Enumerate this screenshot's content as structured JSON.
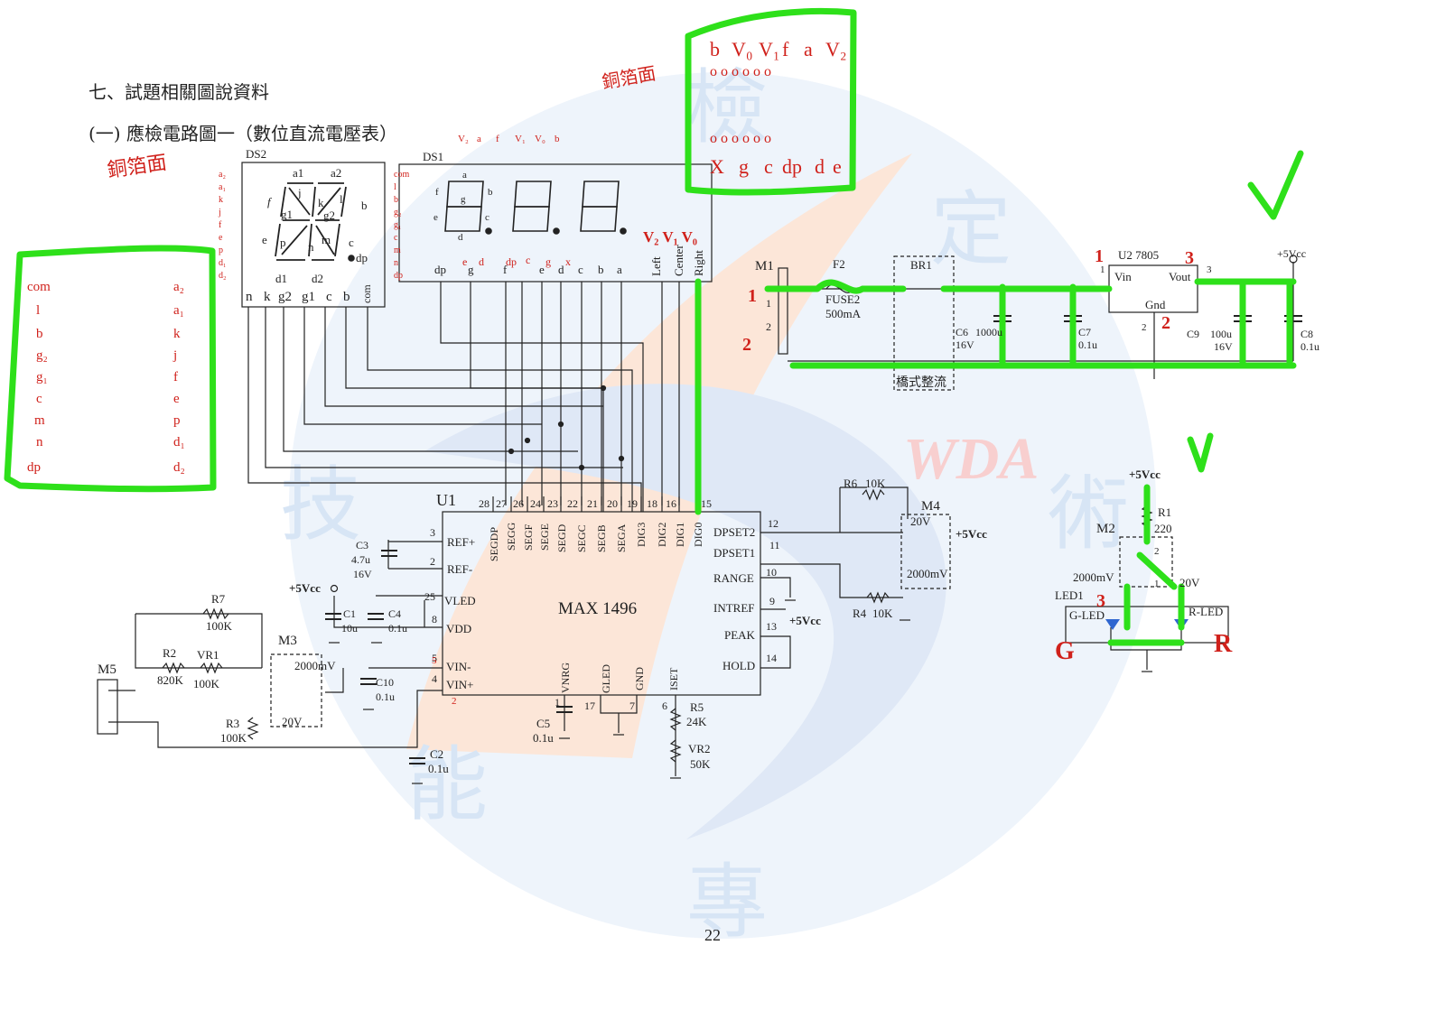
{
  "page": {
    "section_title": "七、試題相關圖說資料",
    "subtitle": "(一)  應檢電路圖一（數位直流電壓表）",
    "page_number": "22"
  },
  "watermark": {
    "text": "WDA",
    "glyphs": [
      "檢",
      "定",
      "術",
      "技",
      "能",
      "專"
    ]
  },
  "annotations": {
    "copper_side": "銅箔面",
    "checkmark": "✓",
    "ds2_left_table": [
      {
        "left": "com",
        "right": "a₂"
      },
      {
        "left": "l",
        "right": "a₁"
      },
      {
        "left": "b",
        "right": "k"
      },
      {
        "left": "g₂",
        "right": "j"
      },
      {
        "left": "g₁",
        "right": "f"
      },
      {
        "left": "c",
        "right": "e"
      },
      {
        "left": "m",
        "right": "p"
      },
      {
        "left": "n",
        "right": "d₁"
      },
      {
        "left": "dp",
        "right": "d₂"
      }
    ],
    "ds1_top_row": [
      "b",
      "V₀",
      "V₁",
      "f",
      "a",
      "V₂"
    ],
    "ds1_bottom_row": [
      "X",
      "g",
      "c",
      "dp",
      "d",
      "e"
    ],
    "ds1_top_pin_labels": [
      "V₂",
      "a",
      "f",
      "V₁",
      "V₀",
      "b"
    ],
    "digits_note": "V₂ V₁ V₀",
    "pin_marks": {
      "one": "1",
      "two": "2",
      "three": "3"
    },
    "g_mark": "G",
    "r_mark": "R",
    "ds1_bottom_handwritten": [
      "e",
      "d",
      "dp",
      "c",
      "g",
      "x"
    ]
  },
  "ds2": {
    "ref": "DS2",
    "segments": [
      "a1",
      "a2",
      "f",
      "j",
      "k",
      "l",
      "b",
      "g1",
      "g2",
      "e",
      "p",
      "n",
      "m",
      "c",
      "d1",
      "d2",
      "dp"
    ],
    "bottom_pins": [
      "n",
      "k",
      "g2",
      "g1",
      "c",
      "b",
      "com"
    ],
    "left_pins": [
      "a₂",
      "a₁",
      "k",
      "j",
      "f",
      "e",
      "p",
      "d₁",
      "d₂"
    ],
    "right_pins": [
      "com",
      "l",
      "b",
      "g₂",
      "g₁",
      "c",
      "m",
      "n",
      "dp"
    ]
  },
  "ds1": {
    "ref": "DS1",
    "segments": [
      "a",
      "f",
      "b",
      "g",
      "e",
      "c",
      "d"
    ],
    "bottom_pins": [
      "dp",
      "g",
      "f",
      "e",
      "d",
      "c",
      "b",
      "a"
    ],
    "digit_pins": [
      "Left",
      "Center",
      "Right"
    ]
  },
  "u1": {
    "ref": "U1",
    "part": "MAX 1496",
    "top_pin_numbers": [
      "28",
      "27",
      "26",
      "24",
      "23",
      "22",
      "21",
      "20",
      "19",
      "18",
      "16",
      "15"
    ],
    "top_pin_names": [
      "SEGDP",
      "SEGG",
      "SEGF",
      "SEGE",
      "SEGD",
      "SEGC",
      "SEGB",
      "SEGA",
      "DIG3",
      "DIG2",
      "DIG1",
      "DIG0"
    ],
    "left_pins": [
      {
        "num": "3",
        "name": "REF+"
      },
      {
        "num": "2",
        "name": "REF-"
      },
      {
        "num": "25",
        "name": "VLED"
      },
      {
        "num": "8",
        "name": "VDD"
      },
      {
        "num": "5",
        "name": "VIN-"
      },
      {
        "num": "4",
        "name": "VIN+"
      }
    ],
    "right_pins": [
      {
        "num": "12",
        "name": "DPSET2"
      },
      {
        "num": "11",
        "name": "DPSET1"
      },
      {
        "num": "10",
        "name": "RANGE"
      },
      {
        "num": "9",
        "name": "INTREF"
      },
      {
        "num": "13",
        "name": "PEAK"
      },
      {
        "num": "14",
        "name": "HOLD"
      }
    ],
    "bottom_pins": [
      {
        "num": "1",
        "name": "VNRG"
      },
      {
        "num": "17",
        "name": "GLED"
      },
      {
        "num": "7",
        "name": "GND"
      },
      {
        "num": "6",
        "name": "ISET"
      }
    ]
  },
  "power": {
    "m1": "M1",
    "f2": "F2",
    "fuse": "FUSE2",
    "fuse_rating": "500mA",
    "br1": "BR1",
    "bridge_label": "橋式整流",
    "c6": "C6",
    "c6_val": "1000u",
    "c6_volt": "16V",
    "c7": "C7",
    "c7_val": "0.1u",
    "u2": "U2 7805",
    "vin": "Vin",
    "vout": "Vout",
    "gnd": "Gnd",
    "c9": "C9",
    "c9_val": "100u",
    "c9_volt": "16V",
    "c8": "C8",
    "c8_val": "0.1u",
    "vcc": "+5Vcc",
    "pin1": "1",
    "pin2": "2",
    "pin3": "3"
  },
  "led_circuit": {
    "vcc": "+5Vcc",
    "r1": "R1",
    "r1_val": "220",
    "m2": "M2",
    "range_2000": "2000mV",
    "range_20": "20V",
    "led1": "LED1",
    "g_led": "G-LED",
    "r_led": "R-LED",
    "pin1": "1",
    "pin2": "2"
  },
  "components": {
    "r6": "R6",
    "r6_val": "10K",
    "m4": "M4",
    "m4_20v": "20V",
    "m4_2000mv": "2000mV",
    "r4": "R4",
    "r4_val": "10K",
    "vcc": "+5Vcc",
    "c3": "C3",
    "c3_val": "4.7u",
    "c3_volt": "16V",
    "c1": "C1",
    "c1_val": "10u",
    "c4": "C4",
    "c4_val": "0.1u",
    "c10": "C10",
    "c10_val": "0.1u",
    "r7": "R7",
    "r7_val": "100K",
    "r2": "R2",
    "r2_val": "820K",
    "vr1": "VR1",
    "vr1_val": "100K",
    "r3": "R3",
    "r3_val": "100K",
    "m3": "M3",
    "m3_2000": "2000mV",
    "m3_20": "20V",
    "m5": "M5",
    "c2": "C2",
    "c2_val": "0.1u",
    "c5": "C5",
    "c5_val": "0.1u",
    "r5": "R5",
    "r5_val": "24K",
    "vr2": "VR2",
    "vr2_val": "50K"
  },
  "colors": {
    "ink": "#222222",
    "annotation_red": "#d0211b",
    "highlight_green": "#2ee01a",
    "led_blue": "#2f66d0",
    "watermark_blue": "#9cc0e8",
    "watermark_orange": "#f2a47a"
  }
}
